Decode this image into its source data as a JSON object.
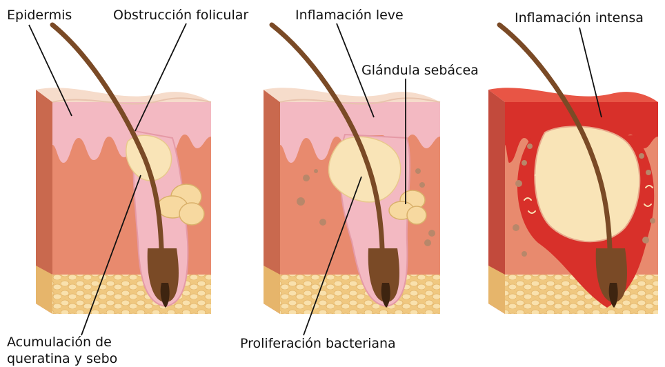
{
  "labels": {
    "epidermis": "Epidermis",
    "obstruccion": "Obstrucción folicular",
    "inflamacion_leve": "Inflamación leve",
    "glandula": "Glándula sebácea",
    "inflamacion_intensa": "Inflamación intensa",
    "proliferacion": "Proliferación bacteriana",
    "acumulacion_line1": "Acumulación de",
    "acumulacion_line2": "queratina y sebo"
  },
  "colors": {
    "epidermis_top": "#f6dccb",
    "epidermis_pink": "#f3b9c2",
    "dermis": "#e88a6e",
    "dermis_dark": "#d96f52",
    "dermis_side": "#c9694e",
    "fat": "#f6d79a",
    "hair": "#7a4a26",
    "sebum": "#f9e4b7",
    "inflamed": "#d8302a",
    "inflamed_light": "#e64a3a",
    "bacteria": "#b8876a"
  },
  "stages": [
    "stage-obstruction",
    "stage-mild-inflammation",
    "stage-intense-inflammation"
  ]
}
